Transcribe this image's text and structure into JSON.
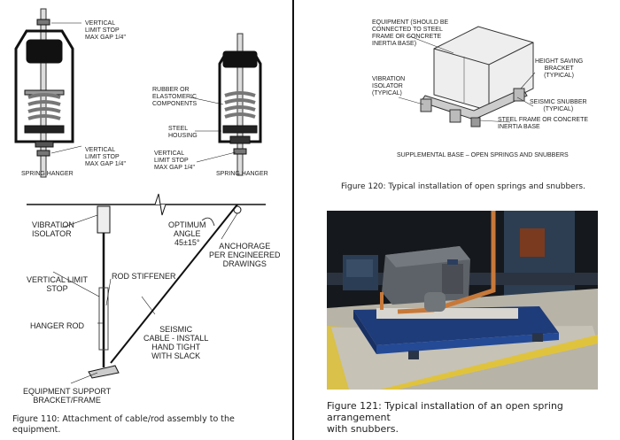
{
  "spring_hanger_left": {
    "label_top": "VERTICAL\nLIMIT STOP\nMAX GAP 1/4\"",
    "label_bottom": "VERTICAL\nLIMIT STOP\nMAX GAP 1/4\"",
    "title": "SPRING HANGER"
  },
  "spring_hanger_right": {
    "label_components": "RUBBER OR\nELASTOMERIC\nCOMPONENTS",
    "label_housing": "STEEL\nHOUSING",
    "label_stop": "VERTICAL\nLIMIT STOP\nMAX GAP 1/4\"",
    "title": "SPRING HANGER"
  },
  "cable_diagram": {
    "vibration_isolator": "VIBRATION\nISOLATOR",
    "optimum_angle": "OPTIMUM\nANGLE\n45±15°",
    "anchorage": "ANCHORAGE\nPER ENGINEERED\nDRAWINGS",
    "vertical_limit_stop": "VERTICAL LIMIT\nSTOP",
    "rod_stiffener": "ROD STIFFENER",
    "hanger_rod": "HANGER ROD",
    "seismic_cable": "SEISMIC\nCABLE - INSTALL\nHAND TIGHT\nWITH SLACK",
    "equipment_support": "EQUIPMENT SUPPORT\nBRACKET/FRAME"
  },
  "figure110_caption": "Figure 110: Attachment of cable/rod assembly to the\nequipment.",
  "base_diagram": {
    "equipment": "EQUIPMENT (SHOULD BE\nCONNECTED TO STEEL\nFRAME OR CONCRETE\nINERTIA BASE)",
    "height_saving": "HEIGHT SAVING\nBRACKET\n(TYPICAL)",
    "vibration_isolator": "VIBRATION\nISOLATOR\n(TYPICAL)",
    "seismic_snubber": "SEISMIC SNUBBER\n(TYPICAL)",
    "steel_frame": "STEEL FRAME OR CONCRETE\nINERTIA BASE",
    "subtitle": "SUPPLEMENTAL BASE – OPEN SPRINGS AND SNUBBERS"
  },
  "figure120_caption": "Figure 120: Typical installation of open springs and snubbers.",
  "figure121_caption": "Figure 121: Typical installation of an open spring arrangement\nwith snubbers."
}
